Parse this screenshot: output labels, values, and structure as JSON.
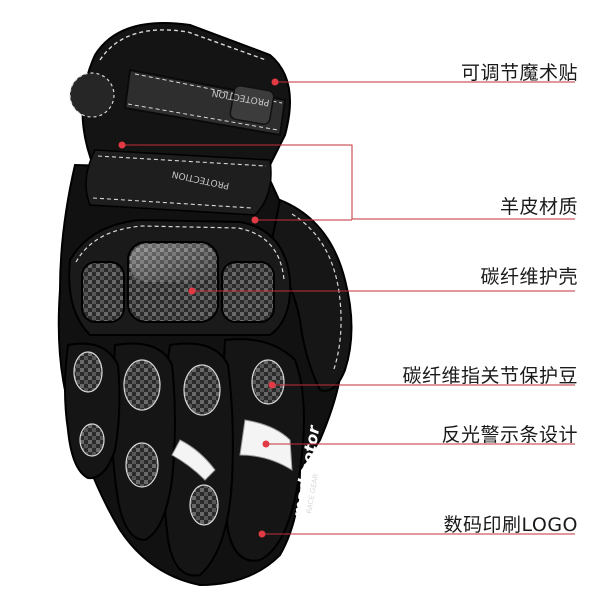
{
  "colors": {
    "background": "#ffffff",
    "glove_body": "#121212",
    "leather_highlight": "#3a3a3a",
    "stitching": "#d8d8d8",
    "carbon_fiber": "#5a5a5a",
    "reflective_strip": "#f4f4f4",
    "callout_line": "#c0303a",
    "callout_dot": "#e23a44",
    "label_text": "#1a1a1a"
  },
  "callouts": [
    {
      "label": "可调节魔术贴"
    },
    {
      "label": "羊皮材质"
    },
    {
      "label": "碳纤维护壳"
    },
    {
      "label": "碳纤维指关节保护豆"
    },
    {
      "label": "反光警示条设计"
    },
    {
      "label": "数码印刷LOGO"
    }
  ],
  "glove": {
    "strap_print": "PROTECTION",
    "cuff_print": "PROTECTION",
    "brand_logo": "madmotor",
    "brand_sub": "RACE GEAR"
  }
}
